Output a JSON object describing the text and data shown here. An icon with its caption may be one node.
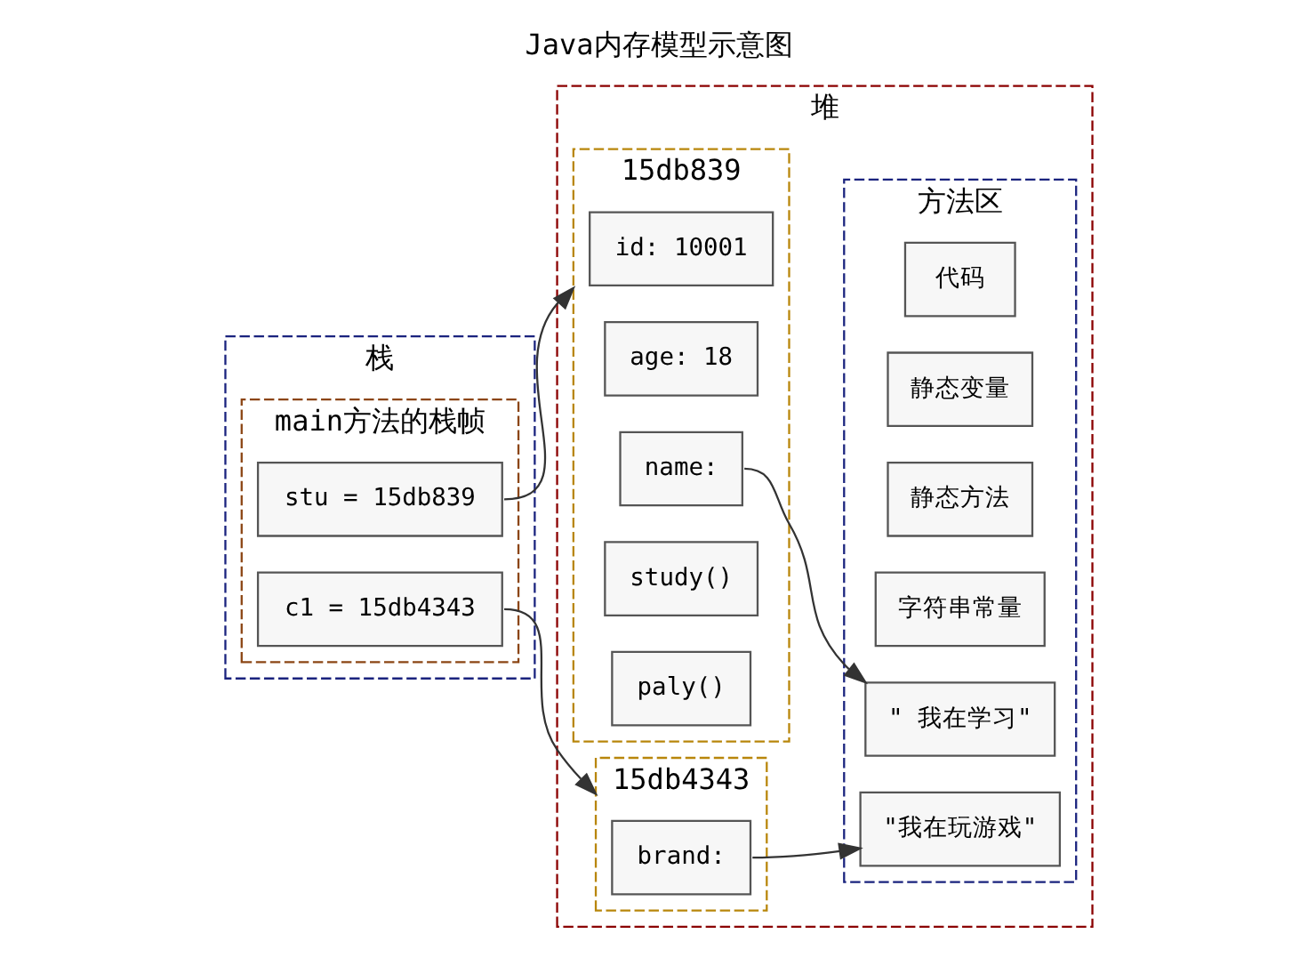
{
  "diagram": {
    "title": "Java内存模型示意图",
    "nodes": [
      {
        "text": [
          "栈"
        ]
      },
      {
        "text": [
          "main方法的栈帧"
        ],
        "in": 0
      },
      {
        "text": [
          "stu = 15db839"
        ],
        "in": 1
      },
      {
        "text": [
          "c1 = 15db4343"
        ],
        "in": 1
      },
      {
        "text": [
          "堆"
        ]
      },
      {
        "text": [
          "15db839"
        ],
        "in": 4
      },
      {
        "text": [
          "id: 10001"
        ],
        "in": 5
      },
      {
        "text": [
          "age: 18"
        ],
        "in": 5
      },
      {
        "text": [
          "name:"
        ],
        "in": 5
      },
      {
        "text": [
          "study()"
        ],
        "in": 5
      },
      {
        "text": [
          "paly()"
        ],
        "in": 5
      },
      {
        "text": [
          "15db4343"
        ],
        "in": 4
      },
      {
        "text": [
          "brand:"
        ],
        "in": 11
      },
      {
        "text": [
          "方法区"
        ],
        "in": 4
      },
      {
        "text": [
          "代码"
        ],
        "in": 13
      },
      {
        "text": [
          "静态变量"
        ],
        "in": 13
      },
      {
        "text": [
          "静态方法"
        ],
        "in": 13
      },
      {
        "text": [
          "字符串常量"
        ],
        "in": 13
      },
      {
        "text": [
          "\" 我在学习\""
        ],
        "in": 13
      },
      {
        "text": [
          "\"我在玩游戏\""
        ],
        "in": 13
      }
    ],
    "edges": [
      {
        "from": 2,
        "to": 5,
        "arrow": "to"
      },
      {
        "from": 3,
        "to": 11,
        "arrow": "to"
      },
      {
        "from": 8,
        "to": 18,
        "arrow": "to"
      },
      {
        "from": 12,
        "to": 19,
        "arrow": "to"
      }
    ]
  }
}
